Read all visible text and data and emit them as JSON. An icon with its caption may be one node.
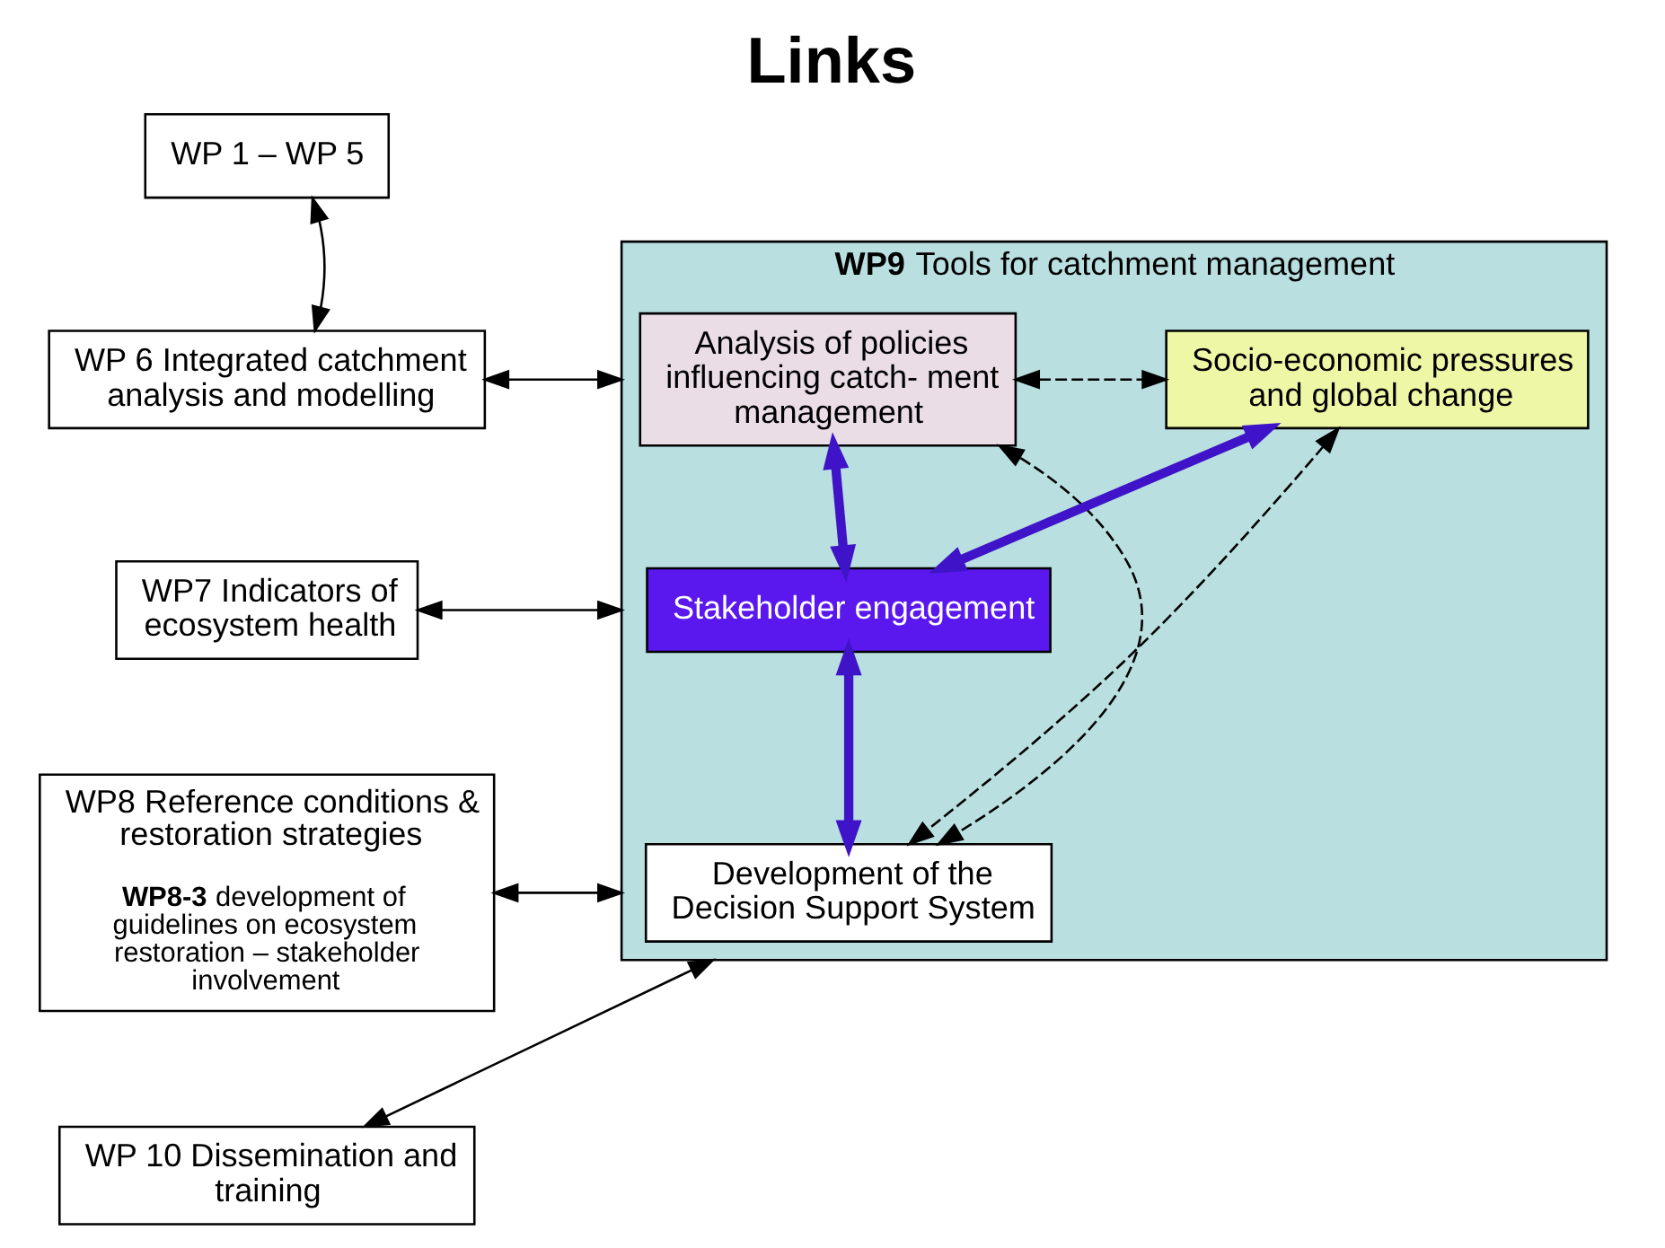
{
  "diagram": {
    "title": "Links",
    "nodes": [
      {
        "text": [
          "WP 1 – WP 5"
        ]
      },
      {
        "text": [
          "WP 6 Integrated catchment analysis and modelling"
        ]
      },
      {
        "text": [
          "WP7 Indicators of ecosystem health"
        ]
      },
      {
        "text": [
          "WP8 Reference conditions & restoration strategies",
          "**WP8-3**  development of guidelines on ecosystem restoration – stakeholder involvement"
        ]
      },
      {
        "text": [
          "WP 10 Dissemination and training"
        ]
      },
      {
        "text": [
          "**WP9**  Tools for catchment management"
        ]
      },
      {
        "text": [
          "Analysis of policies influencing catch- ment management"
        ],
        "in": 5
      },
      {
        "text": [
          "Socio-economic pressures and global change"
        ],
        "in": 5
      },
      {
        "text": [
          "Stakeholder engagement"
        ],
        "in": 5
      },
      {
        "text": [
          "Development of the Decision Support System"
        ],
        "in": 5
      }
    ],
    "edges": [
      {
        "from": 0,
        "to": 1,
        "arrow": "both"
      },
      {
        "from": 1,
        "to": 5,
        "arrow": "both"
      },
      {
        "from": 2,
        "to": 5,
        "arrow": "both"
      },
      {
        "from": 3,
        "to": 5,
        "arrow": "both"
      },
      {
        "from": 4,
        "to": 5,
        "arrow": "both"
      },
      {
        "from": 6,
        "to": 7,
        "arrow": "both",
        "style": "dashed"
      },
      {
        "from": 6,
        "to": 9,
        "arrow": "both",
        "style": "dashed"
      },
      {
        "from": 7,
        "to": 9,
        "arrow": "both",
        "style": "dashed"
      },
      {
        "from": 6,
        "to": 8,
        "arrow": "both",
        "style": "thick",
        "color": "#3f14c8"
      },
      {
        "from": 7,
        "to": 8,
        "arrow": "both",
        "style": "thick",
        "color": "#3f14c8"
      },
      {
        "from": 8,
        "to": 9,
        "arrow": "both",
        "style": "thick",
        "color": "#3f14c8"
      }
    ]
  }
}
